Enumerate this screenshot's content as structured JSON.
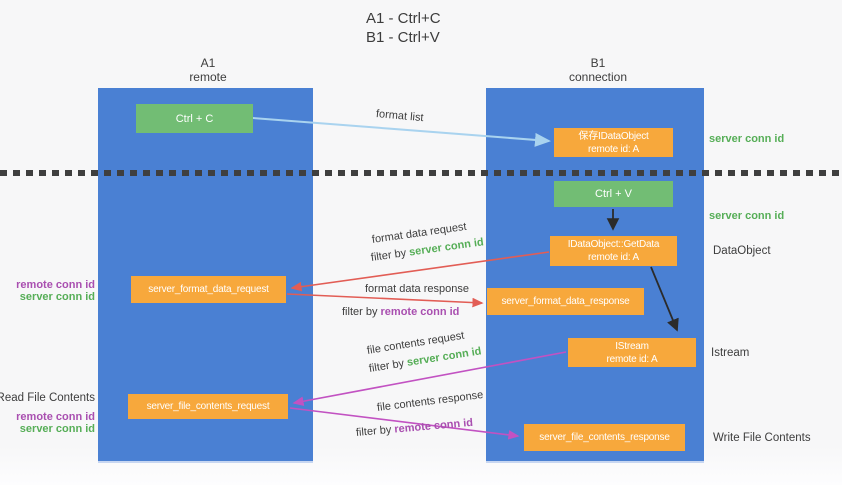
{
  "colors": {
    "column_blue": "#4a80d3",
    "box_green": "#72bd74",
    "box_orange": "#f7a83c",
    "arrow_red": "#e25d55",
    "arrow_magenta": "#c252c2",
    "arrow_blue": "#a9d3ef",
    "label_green": "#56ae57",
    "label_purple": "#a94fb0"
  },
  "title": {
    "line1": "A1 - Ctrl+C",
    "line2": "B1 - Ctrl+V"
  },
  "lanes": {
    "left": {
      "id": "A1",
      "role": "remote"
    },
    "right": {
      "id": "B1",
      "role": "connection"
    }
  },
  "boxes": {
    "ctrl_c": {
      "label": "Ctrl + C"
    },
    "ctrl_v": {
      "label": "Ctrl + V"
    },
    "save_idataobject": {
      "line1": "保存IDataObject",
      "line2": "remote id: A"
    },
    "getdata": {
      "line1": "IDataObject::GetData",
      "line2": "remote id: A"
    },
    "istream": {
      "line1": "IStream",
      "line2": "remote id: A"
    },
    "format_request": {
      "label": "server_format_data_request"
    },
    "format_response": {
      "label": "server_format_data_response"
    },
    "file_request": {
      "label": "server_file_contents_request"
    },
    "file_response": {
      "label": "server_file_contents_response"
    }
  },
  "right_labels": {
    "server_conn_id_1": "server conn id",
    "server_conn_id_2": "server conn id",
    "dataobject": "DataObject",
    "istream": "Istream",
    "write_file": "Write File Contents"
  },
  "left_labels": {
    "remote_conn_id_1": "remote conn id",
    "server_conn_id_1": "server conn id",
    "read_file": "Read File Contents",
    "remote_conn_id_2": "remote conn id",
    "server_conn_id_2": "server conn id"
  },
  "arrow_labels": {
    "format_list": "format list",
    "format_data_request": "format data request",
    "format_data_response": "format data response",
    "file_contents_request": "file contents request",
    "file_contents_response": "file contents response",
    "filter_by": "filter by",
    "server_conn_id": "server conn id",
    "remote_conn_id": "remote conn id"
  }
}
